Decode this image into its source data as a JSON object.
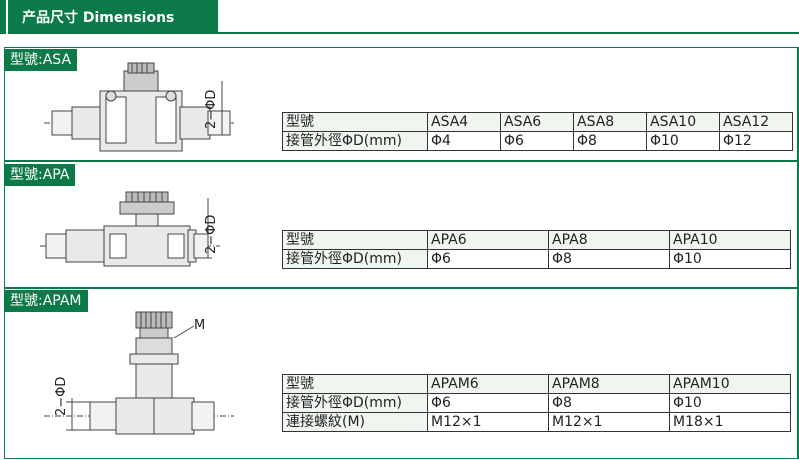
{
  "header": {
    "title": "产品尺寸  Dimensions"
  },
  "sections": [
    {
      "label": "型號:ASA",
      "dim_label": "2−ΦD",
      "table": {
        "row_labels": [
          "型號",
          "接管外徑ΦD(mm)"
        ],
        "models": [
          "ASA4",
          "ASA6",
          "ASA8",
          "ASA10",
          "ASA12"
        ],
        "diameters": [
          "Φ4",
          "Φ6",
          "Φ8",
          "Φ10",
          "Φ12"
        ]
      }
    },
    {
      "label": "型號:APA",
      "dim_label": "2−ΦD",
      "table": {
        "row_labels": [
          "型號",
          "接管外徑ΦD(mm)"
        ],
        "models": [
          "APA6",
          "APA8",
          "APA10"
        ],
        "diameters": [
          "Φ6",
          "Φ8",
          "Φ10"
        ]
      }
    },
    {
      "label": "型號:APAM",
      "dim_label": "2−ΦD",
      "thread_label": "M",
      "table": {
        "row_labels": [
          "型號",
          "接管外徑ΦD(mm)",
          "連接螺紋(M)"
        ],
        "models": [
          "APAM6",
          "APAM8",
          "APAM10"
        ],
        "diameters": [
          "Φ6",
          "Φ8",
          "Φ10"
        ],
        "threads": [
          "M12×1",
          "M12×1",
          "M18×1"
        ]
      }
    }
  ],
  "colors": {
    "brand_green": "#0c7a48"
  }
}
